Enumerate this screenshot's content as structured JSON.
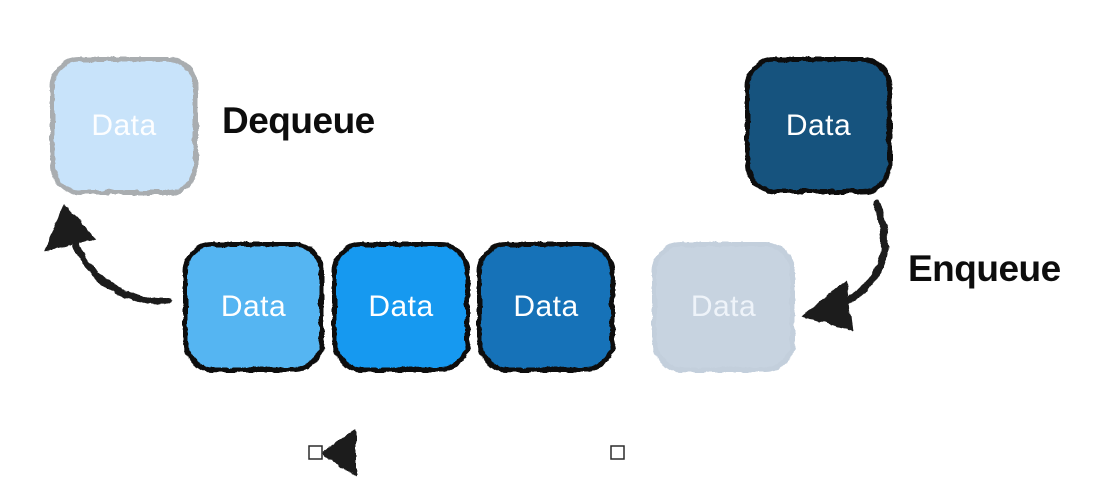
{
  "labels": {
    "dequeue": "Dequeue",
    "enqueue": "Enqueue"
  },
  "dequeued_item": {
    "label": "Data",
    "fill": "#c8e3fa",
    "border": "#a9adb0",
    "text_color": "#fdfeff"
  },
  "incoming_item": {
    "label": "Data",
    "fill": "#17527e",
    "border": "#0c0c0c",
    "text_color": "#ffffff"
  },
  "queue": {
    "items": [
      {
        "label": "Data",
        "fill": "#55b5f2",
        "border": "#0c0c0c",
        "text_color": "#ffffff"
      },
      {
        "label": "Data",
        "fill": "#1899f0",
        "border": "#0c0c0c",
        "text_color": "#ffffff"
      },
      {
        "label": "Data",
        "fill": "#1272b8",
        "border": "#0c0c0c",
        "text_color": "#ffffff"
      },
      {
        "label": "Data",
        "fill": "#c7d3e0",
        "border": "#c3cfdc",
        "text_color": "#eef3f9"
      }
    ]
  },
  "icons": {
    "dequeue_arrow": "curved-arrow-up-left",
    "enqueue_arrow": "curved-arrow-down-left",
    "direction_arrow": "straight-arrow-left",
    "endpoint_handles": "small-square-selection-handles"
  },
  "colors": {
    "arrow": "#1a1a1a",
    "rail": "#141414",
    "background": "#ffffff",
    "label_text": "#0d0d0d"
  }
}
